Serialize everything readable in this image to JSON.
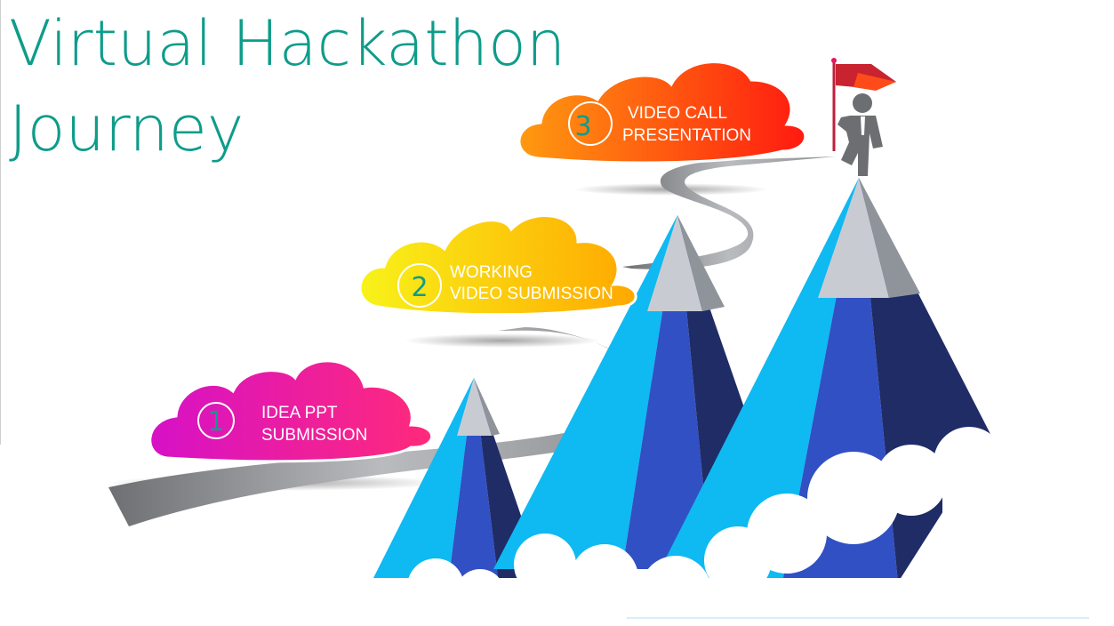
{
  "title": {
    "line1": "Virtual Hackathon",
    "line2": "Journey"
  },
  "steps": [
    {
      "number": "1",
      "lines": [
        "IDEA PPT",
        "SUBMISSION"
      ],
      "color": "#e8208f"
    },
    {
      "number": "2",
      "lines": [
        "WORKING",
        "VIDEO SUBMISSION"
      ],
      "color": "#f6c400"
    },
    {
      "number": "3",
      "lines": [
        "VIDEO CALL",
        "PRESENTATION"
      ],
      "color": "#ff4a12"
    }
  ],
  "colors": {
    "title": "#0e9c8a",
    "number": "#0e9c8a",
    "mountain_light": "#0fb9f2",
    "mountain_mid": "#3150c4",
    "mountain_dark": "#1f2c66",
    "snow": "#bfc3c9",
    "path": "#9a9ca0",
    "figure": "#6d6e71",
    "flag": "#e8381a"
  },
  "icons": [
    "flag-icon",
    "climber-figure-icon"
  ]
}
